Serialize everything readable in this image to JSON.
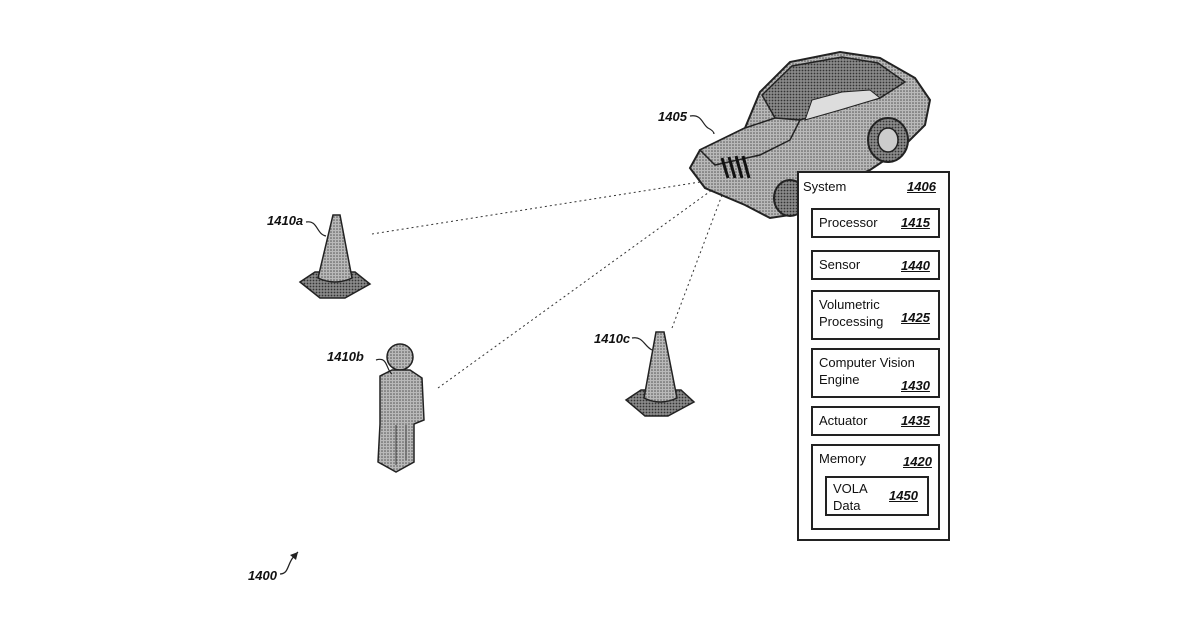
{
  "labels": {
    "vehicle": "1405",
    "cone_a": "1410a",
    "person": "1410b",
    "cone_c": "1410c",
    "figure": "1400"
  },
  "system": {
    "title": "System",
    "number": "1406",
    "components": [
      {
        "label": "Processor",
        "number": "1415"
      },
      {
        "label": "Sensor",
        "number": "1440"
      },
      {
        "label": "Volumetric\nProcessing",
        "number": "1425"
      },
      {
        "label": "Computer Vision\nEngine",
        "number": "1430"
      },
      {
        "label": "Actuator",
        "number": "1435"
      },
      {
        "label": "Memory",
        "number": "1420"
      }
    ],
    "memory_child": {
      "label": "VOLA\nData",
      "number": "1450"
    }
  },
  "colors": {
    "object_fill": "#9a9a9a",
    "line": "#222222"
  }
}
